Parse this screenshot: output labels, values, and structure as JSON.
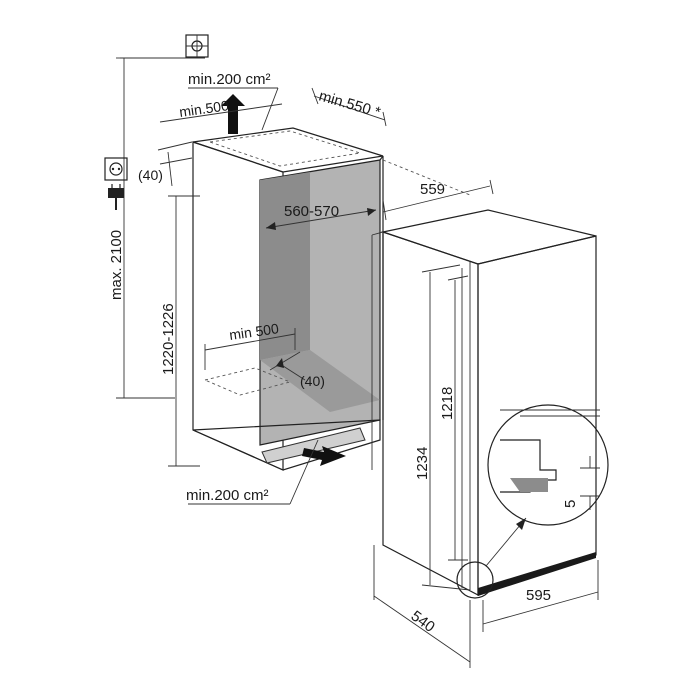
{
  "labels": {
    "min_200_top": "min.200 cm²",
    "min_500_top": "min.500",
    "min_550": "min.550 *",
    "paren_40_top": "(40)",
    "max_2100": "max. 2100",
    "niche_559": "559",
    "niche_width": "560-570",
    "niche_height": "1220-1226",
    "min_500_bottom": "min 500",
    "paren_40_bottom": "(40)",
    "min_200_bottom": "min.200 cm²",
    "door_height_1218": "1218",
    "door_height_1234": "1234",
    "depth_540": "540",
    "width_595": "595",
    "gap_5": "5"
  },
  "colors": {
    "line": "#222222",
    "niche_fill": "#b3b3b3",
    "shadow_fill": "#8c8c8c",
    "door_stripe": "#1a1a1a"
  },
  "icons": [
    "ground-symbol-icon",
    "power-socket-icon",
    "power-plug-icon",
    "airflow-arrow-up-icon",
    "airflow-arrow-in-icon"
  ]
}
